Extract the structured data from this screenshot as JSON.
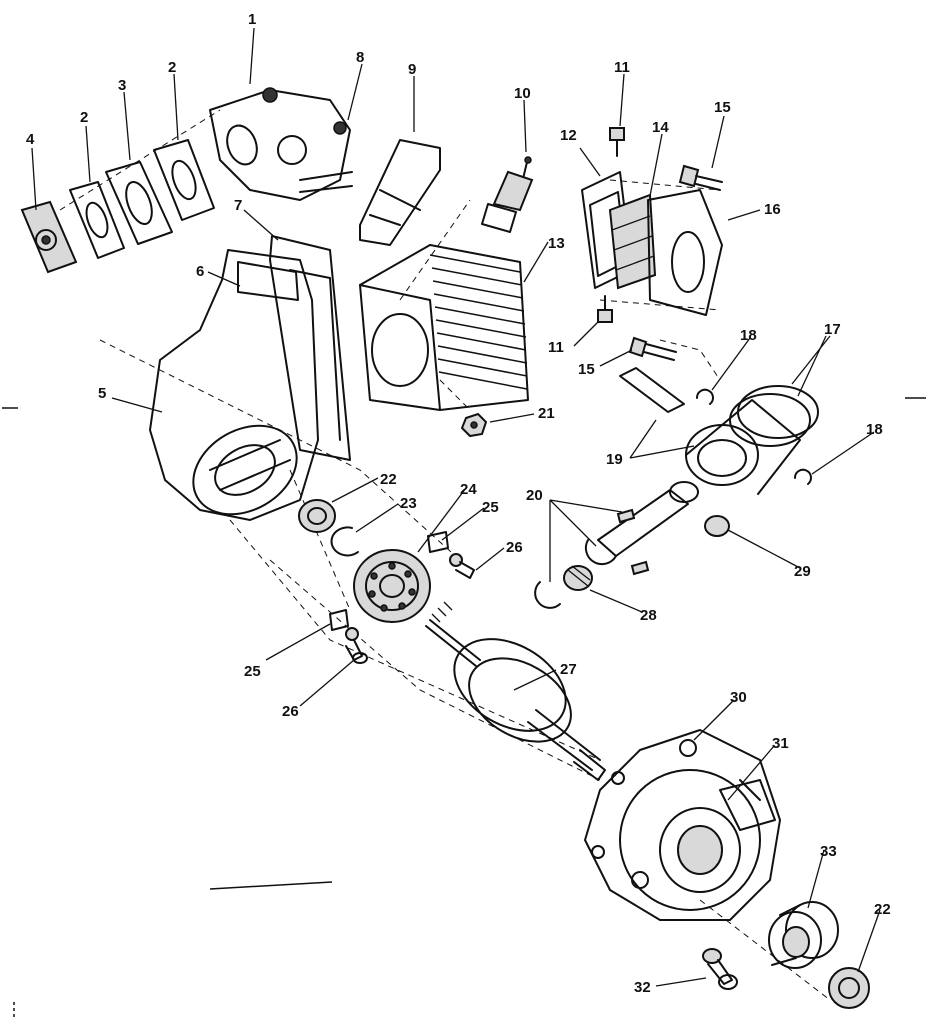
{
  "callouts": {
    "c1": "1",
    "c2a": "2",
    "c2b": "2",
    "c3": "3",
    "c4": "4",
    "c5": "5",
    "c6": "6",
    "c7": "7",
    "c8": "8",
    "c9": "9",
    "c10": "10",
    "c11a": "11",
    "c11b": "11",
    "c12": "12",
    "c13": "13",
    "c14": "14",
    "c15a": "15",
    "c15b": "15",
    "c16": "16",
    "c17": "17",
    "c18a": "18",
    "c18b": "18",
    "c19": "19",
    "c20": "20",
    "c21": "21",
    "c22a": "22",
    "c22b": "22",
    "c23": "23",
    "c24": "24",
    "c25a": "25",
    "c25b": "25",
    "c26a": "26",
    "c26b": "26",
    "c27": "27",
    "c28": "28",
    "c29": "29",
    "c30": "30",
    "c31": "31",
    "c32": "32",
    "c33": "33"
  }
}
